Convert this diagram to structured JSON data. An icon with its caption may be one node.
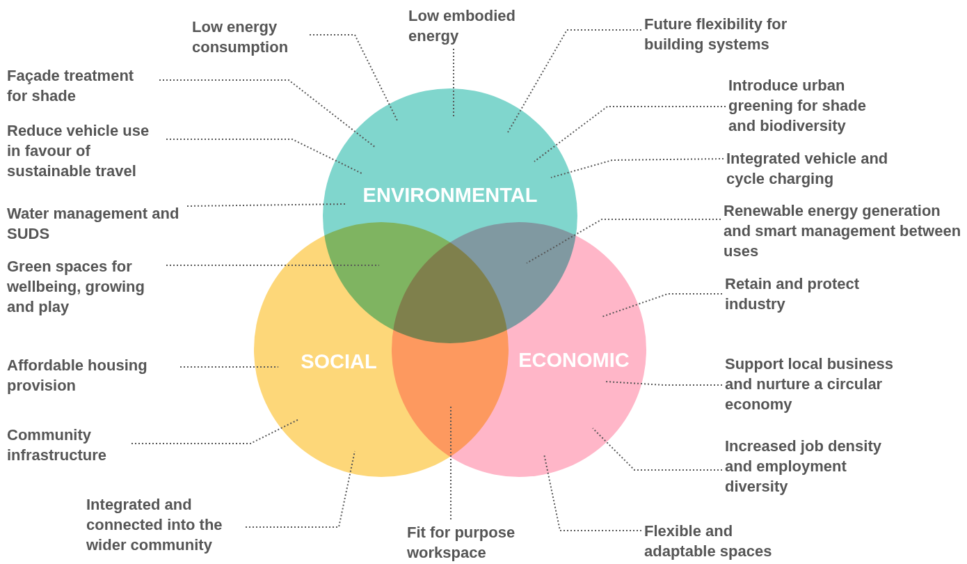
{
  "diagram": {
    "nodes": [
      {
        "text": [
          "ENVIRONMENTAL"
        ]
      },
      {
        "text": [
          "SOCIAL"
        ]
      },
      {
        "text": [
          "ECONOMIC"
        ]
      },
      {
        "text": [
          "Low energy consumption"
        ]
      },
      {
        "text": [
          "Low embodied energy"
        ]
      },
      {
        "text": [
          "Future flexibility for building systems"
        ]
      },
      {
        "text": [
          "Façade treatment for shade"
        ]
      },
      {
        "text": [
          "Reduce vehicle use in favour of sustainable travel"
        ]
      },
      {
        "text": [
          "Water management and SUDS"
        ]
      },
      {
        "text": [
          "Green spaces for wellbeing, growing and play"
        ]
      },
      {
        "text": [
          "Affordable housing provision"
        ]
      },
      {
        "text": [
          "Community infrastructure"
        ]
      },
      {
        "text": [
          "Integrated and connected into the wider community"
        ]
      },
      {
        "text": [
          "Fit for purpose workspace"
        ]
      },
      {
        "text": [
          "Introduce urban greening for shade and biodiversity"
        ]
      },
      {
        "text": [
          "Integrated vehicle and cycle charging"
        ]
      },
      {
        "text": [
          "Renewable energy generation and smart management between uses"
        ]
      },
      {
        "text": [
          "Retain and protect industry"
        ]
      },
      {
        "text": [
          "Support local business and nurture a circular economy"
        ]
      },
      {
        "text": [
          "Increased job density and employment diversity"
        ]
      },
      {
        "text": [
          "Flexible and adaptable spaces"
        ]
      }
    ],
    "edges": [
      {
        "from": 3,
        "to": 0,
        "arrow": "none"
      },
      {
        "from": 4,
        "to": 0,
        "arrow": "none"
      },
      {
        "from": 5,
        "to": 0,
        "arrow": "none"
      },
      {
        "from": 6,
        "to": 0,
        "arrow": "none"
      },
      {
        "from": 7,
        "to": 0,
        "arrow": "none"
      },
      {
        "from": 8,
        "to": 0,
        "arrow": "none"
      },
      {
        "from": 9,
        "to": 0,
        "arrow": "none"
      },
      {
        "from": 10,
        "to": 1,
        "arrow": "none"
      },
      {
        "from": 11,
        "to": 1,
        "arrow": "none"
      },
      {
        "from": 12,
        "to": 1,
        "arrow": "none"
      },
      {
        "from": 13,
        "to": 1,
        "arrow": "none"
      },
      {
        "from": 14,
        "to": 0,
        "arrow": "none"
      },
      {
        "from": 15,
        "to": 0,
        "arrow": "none"
      },
      {
        "from": 16,
        "to": 0,
        "arrow": "none"
      },
      {
        "from": 17,
        "to": 2,
        "arrow": "none"
      },
      {
        "from": 18,
        "to": 2,
        "arrow": "none"
      },
      {
        "from": 19,
        "to": 2,
        "arrow": "none"
      },
      {
        "from": 20,
        "to": 2,
        "arrow": "none"
      }
    ]
  }
}
